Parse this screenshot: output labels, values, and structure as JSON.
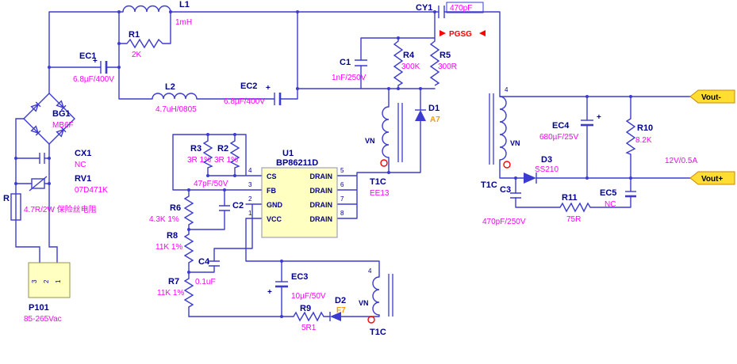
{
  "colors": {
    "wire": "#3b3bd0",
    "label": "#000090",
    "value": "#ff00ff",
    "warn": "#ff9900",
    "net": "#ff0000",
    "boxfill": "#ffffc2",
    "tagfill": "#ffdd33",
    "tagstroke": "#cc8800"
  },
  "symbols": {
    "plus": "+"
  },
  "components": {
    "L1": {
      "name": "L1",
      "value": "1mH"
    },
    "R1": {
      "name": "R1",
      "value": "2K"
    },
    "EC1": {
      "name": "EC1",
      "value": "6.8µF/400V"
    },
    "BG1": {
      "name": "BG1",
      "value": "MB6F"
    },
    "CX1": {
      "name": "CX1",
      "value": "NC"
    },
    "RV1": {
      "name": "RV1",
      "value": "07D471K"
    },
    "RF": {
      "name": "R",
      "value": "4.7R/2W 保险丝电阻"
    },
    "P101": {
      "name": "P101",
      "value": "85-265Vac",
      "pins": [
        "3",
        "2",
        "1"
      ]
    },
    "L2": {
      "name": "L2",
      "value": "4.7uH/0805"
    },
    "EC2": {
      "name": "EC2",
      "value": "6.8µF/400V"
    },
    "C1": {
      "name": "C1",
      "value": "1nF/250V"
    },
    "R4": {
      "name": "R4",
      "value": "300K"
    },
    "R5": {
      "name": "R5",
      "value": "300R"
    },
    "CY1": {
      "name": "CY1",
      "value": "470pF"
    },
    "PGSG": {
      "label": "PGSG"
    },
    "D1": {
      "name": "D1",
      "value": "A7"
    },
    "R3": {
      "name": "R3",
      "value": "3R 1%"
    },
    "R2": {
      "name": "R2",
      "value": "3R 1%"
    },
    "C2": {
      "name": "C2",
      "value": "47pF/50V"
    },
    "U1": {
      "name": "U1",
      "value": "BP86211D",
      "pins_left": [
        "CS",
        "FB",
        "GND",
        "VCC"
      ],
      "pins_right": [
        "DRAIN",
        "DRAIN",
        "DRAIN",
        "DRAIN"
      ],
      "pin_numbers_left": [
        "4",
        "3",
        "2",
        "1"
      ],
      "pin_numbers_right": [
        "5",
        "6",
        "7",
        "8"
      ]
    },
    "R6": {
      "name": "R6",
      "value": "4.3K 1%"
    },
    "R8": {
      "name": "R8",
      "value": "11K 1%"
    },
    "R7": {
      "name": "R7",
      "value": "11K 1%"
    },
    "C4": {
      "name": "C4",
      "value": "0.1uF"
    },
    "EC3": {
      "name": "EC3",
      "value": "10µF/50V"
    },
    "R9": {
      "name": "R9",
      "value": "5R1"
    },
    "D2": {
      "name": "D2",
      "value": "F7"
    },
    "T1C_primary": {
      "name": "T1C",
      "value": "EE13",
      "winding": "VN"
    },
    "T1C_aux": {
      "name": "T1C",
      "winding": "VN",
      "pin": "4"
    },
    "T1C_secondary": {
      "name": "T1C",
      "winding": "VN",
      "pin": "4"
    },
    "D3": {
      "name": "D3",
      "value": "SS210"
    },
    "EC4": {
      "name": "EC4",
      "value": "680µF/25V"
    },
    "R10": {
      "name": "R10",
      "value": "8.2K"
    },
    "C3": {
      "name": "C3",
      "value": "470pF/250V"
    },
    "R11": {
      "name": "R11",
      "value": "75R"
    },
    "EC5": {
      "name": "EC5",
      "value": "NC"
    }
  },
  "outputs": {
    "vout_minus": "Vout-",
    "vout_plus": "Vout+",
    "rating": "12V/0.5A"
  }
}
